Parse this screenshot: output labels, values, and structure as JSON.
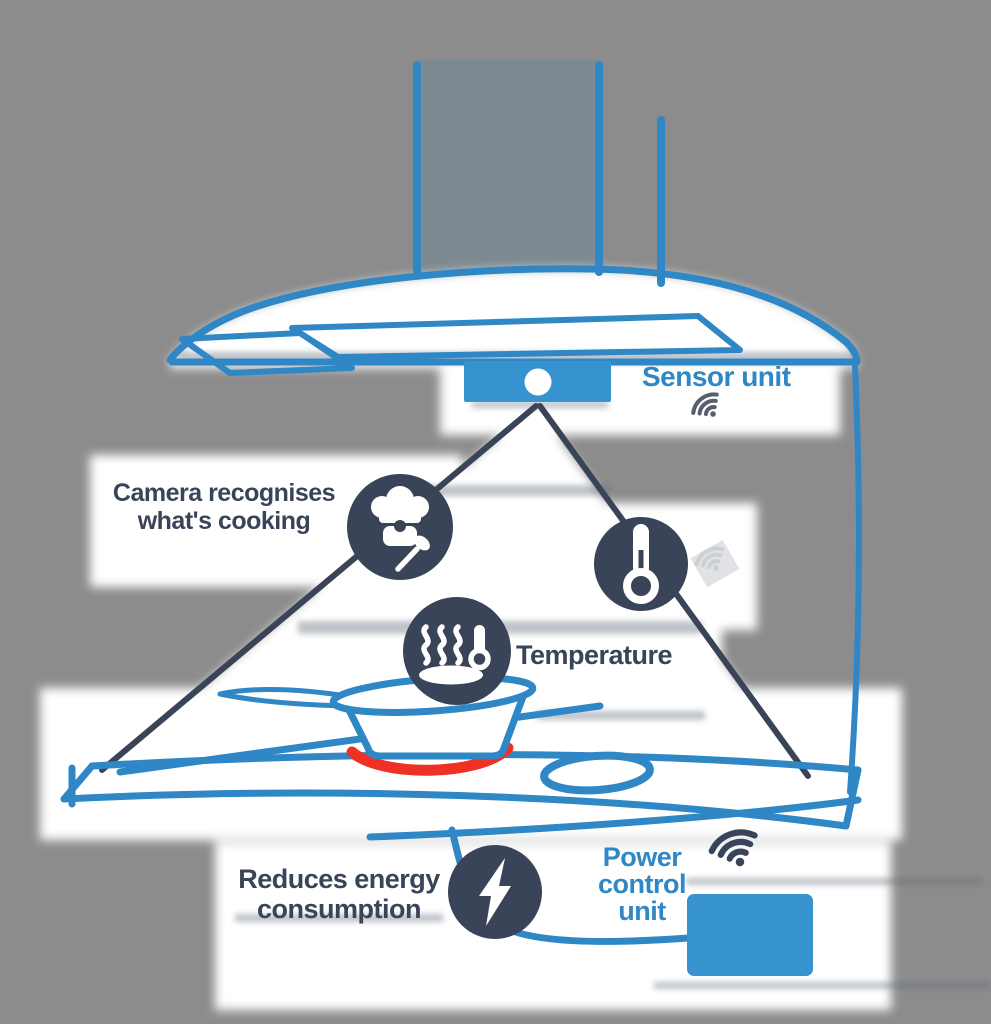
{
  "diagram": {
    "name": "smart-cooker-hood-sensor-diagram",
    "labels": {
      "sensor_unit": "Sensor unit",
      "camera_line1": "Camera recognises",
      "camera_line2": "what's cooking",
      "temperature": "Temperature",
      "energy_line1": "Reduces energy",
      "energy_line2": "consumption",
      "power_line1": "Power",
      "power_line2": "control",
      "power_line3": "unit"
    },
    "icons": {
      "sensor_wifi": "wifi-icon",
      "cooking_detection": "chef-hat-icon",
      "temperature_sensor": "thermometer-icon",
      "food_temperature": "steam-temperature-icon",
      "power": "lightning-icon",
      "power_wifi": "wifi-icon"
    },
    "colors": {
      "accent_blue": "#2F87C5",
      "fill_blue": "#3793CF",
      "dark_navy": "#3A4459",
      "heat_red": "#EE3124",
      "background_grey": "#8C8C8C",
      "white": "#FFFFFF"
    }
  }
}
